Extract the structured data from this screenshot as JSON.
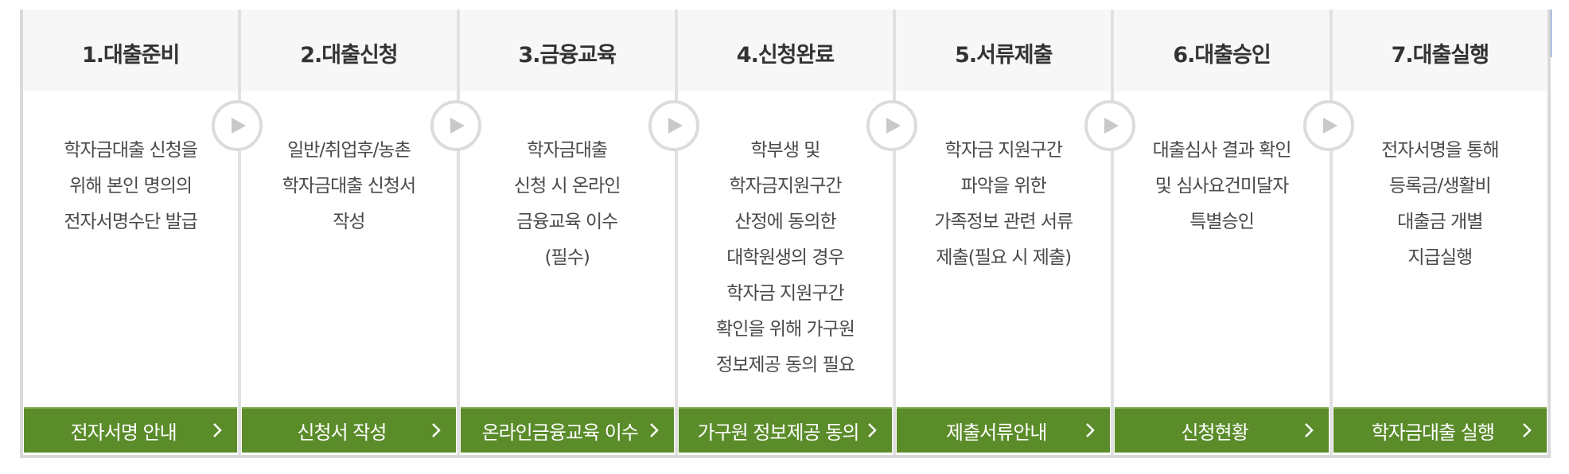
{
  "steps": [
    {
      "title": "1.대출준비",
      "lines": [
        "학자금대출 신청을",
        "위해 본인 명의의",
        "전자서명수단 발급"
      ],
      "button": "전자서명 안내"
    },
    {
      "title": "2.대출신청",
      "lines": [
        "일반/취업후/농촌",
        "학자금대출 신청서",
        "작성"
      ],
      "button": "신청서 작성"
    },
    {
      "title": "3.금융교육",
      "lines": [
        "학자금대출",
        "신청 시 온라인",
        "금융교육 이수",
        "(필수)"
      ],
      "button": "온라인금융교육 이수"
    },
    {
      "title": "4.신청완료",
      "lines": [
        "학부생 및",
        "학자금지원구간",
        "산정에 동의한",
        "대학원생의 경우",
        "학자금 지원구간",
        "확인을 위해 가구원",
        "정보제공 동의 필요"
      ],
      "button": "가구원 정보제공 동의"
    },
    {
      "title": "5.서류제출",
      "lines": [
        "학자금 지원구간",
        "파악을 위한",
        "가족정보 관련 서류",
        "제출(필요 시 제출)"
      ],
      "button": "제출서류안내"
    },
    {
      "title": "6.대출승인",
      "lines": [
        "대출심사 결과 확인",
        "및 심사요건미달자",
        "특별승인"
      ],
      "button": "신청현황"
    },
    {
      "title": "7.대출실행",
      "lines": [
        "전자서명을 통해",
        "등록금/생활비",
        "대출금 개별",
        "지급실행"
      ],
      "button": "학자금대출 실행"
    }
  ],
  "icons": {
    "arrow": "play-arrow-icon",
    "chevron": "chevron-right-icon"
  },
  "colors": {
    "button_green": "#5b8c2a",
    "progress_green": "#71a840",
    "progress_blue": "#5b87c9",
    "header_bg": "#f7f7f7",
    "border": "#d9d9d9"
  }
}
